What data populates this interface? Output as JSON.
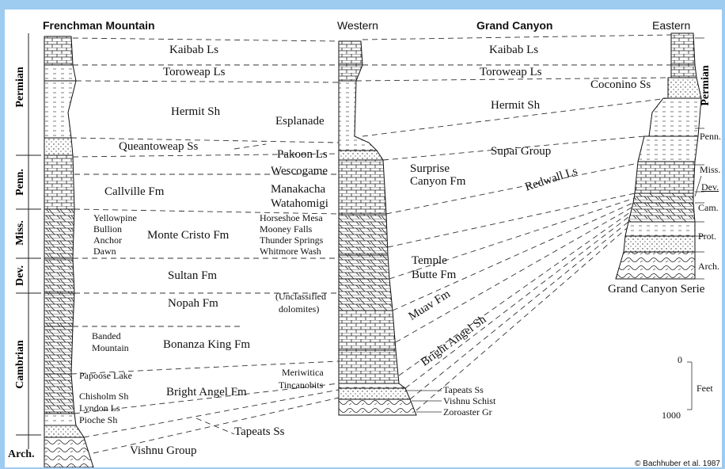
{
  "headers": {
    "frenchman": "Frenchman Mountain",
    "western": "Western",
    "grand_canyon": "Grand Canyon",
    "eastern": "Eastern"
  },
  "left_periods": {
    "permian": "Permian",
    "penn": "Penn.",
    "miss": "Miss.",
    "dev": "Dev.",
    "cambrian": "Cambrian",
    "arch": "Arch."
  },
  "right_periods": {
    "permian": "Permian",
    "penn": "Penn.",
    "miss": "Miss.",
    "dev": "Dev.",
    "cam": "Cam.",
    "prot": "Prot.",
    "arch": "Arch."
  },
  "formations_left": {
    "kaibab": "Kaibab Ls",
    "toroweap": "Toroweap Ls",
    "hermit": "Hermit Sh",
    "queantoweap": "Queantoweap Ss",
    "callville": "Callville Fm",
    "monte_cristo": "Monte Cristo Fm",
    "yellowpine": "Yellowpine",
    "bullion": "Bullion",
    "anchor": "Anchor",
    "dawn": "Dawn",
    "sultan": "Sultan Fm",
    "nopah": "Nopah Fm",
    "banded": "Banded",
    "mountain": "Mountain",
    "bonanza": "Bonanza King Fm",
    "papoose": "Papoose Lake",
    "bright_angel": "Bright Angel Fm",
    "chisholm": "Chisholm Sh",
    "lyndon": "Lyndon Ls",
    "pioche": "Pioche Sh",
    "tapeats": "Tapeats Ss",
    "vishnu": "Vishnu Group"
  },
  "formations_middle": {
    "esplanade": "Esplanade",
    "pakoon": "Pakoon Ls",
    "wescogame": "Wescogame",
    "manakacha": "Manakacha",
    "watahomigi": "Watahomigi",
    "horseshoe": "Horseshoe Mesa",
    "mooney": "Mooney Falls",
    "thunder": "Thunder Springs",
    "whitmore": "Whitmore Wash",
    "unclassified": "(Unclassified",
    "dolomites": "dolomites)",
    "meriwitica": "Meriwitica",
    "tincanobits": "Tincanobits"
  },
  "formations_right": {
    "kaibab": "Kaibab Ls",
    "toroweap": "Toroweap Ls",
    "coconino": "Coconino Ss",
    "hermit": "Hermit Sh",
    "supai": "Supai Group",
    "surprise": "Surprise",
    "canyon_fm": "Canyon Fm",
    "redwall": "Redwall Ls",
    "temple": "Temple",
    "butte": "Butte Fm",
    "muav": "Muav Fm",
    "bright_angel_sh": "Bright Angel Sh",
    "tapeats": "Tapeats Ss",
    "vishnu_schist": "Vishnu Schist",
    "zoroaster": "Zoroaster Gr",
    "series": "Grand Canyon Serie"
  },
  "scale": {
    "zero": "0",
    "thousand": "1000",
    "unit": "Feet"
  },
  "credit": "© Bachhuber et al. 1987"
}
